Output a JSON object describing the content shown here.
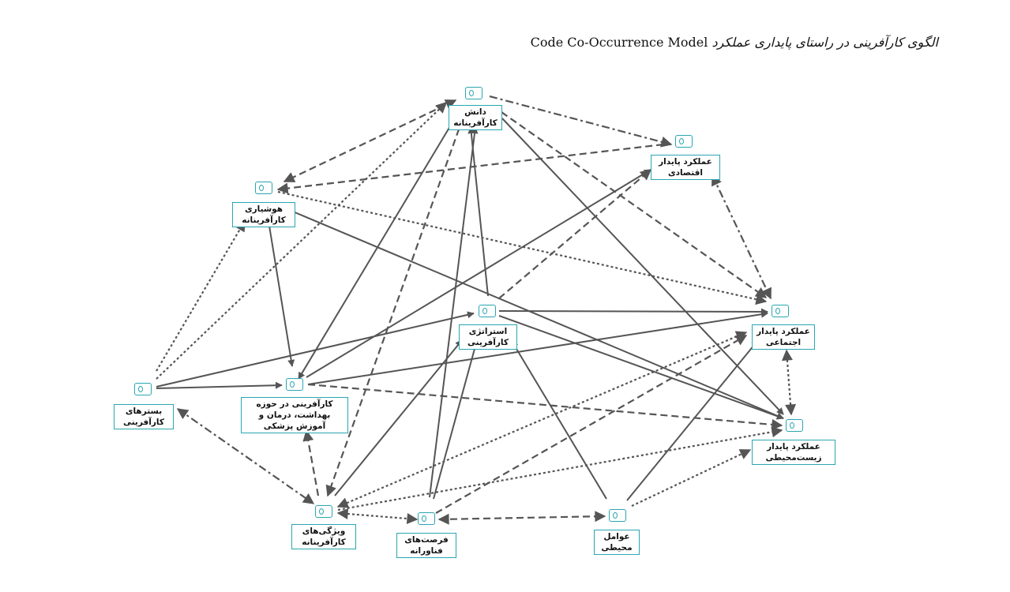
{
  "title": {
    "persian": "الگوی کارآفرینی در راستای پایداری عملکرد",
    "english": "Code Co-Occurrence Model"
  },
  "colors": {
    "node_accent": "#2aa6b0",
    "edge": "#555555"
  },
  "nodes": [
    {
      "id": "knowledge",
      "label": "دانش کارآفرینانه"
    },
    {
      "id": "economic",
      "label": "عملکرد پایدار اقتصادی"
    },
    {
      "id": "alertness",
      "label": "هوشیاری کارآفرینانه"
    },
    {
      "id": "strategy",
      "label": "استراتژی کارآفرینی"
    },
    {
      "id": "social",
      "label": "عملکرد پایدار اجتماعی"
    },
    {
      "id": "platforms",
      "label": "بسترهای کارآفرینی"
    },
    {
      "id": "health",
      "label": "کارآفرینی در حوزه بهداشت، درمان و آموزش پزشکی"
    },
    {
      "id": "environmental",
      "label": "عملکرد پایدار زیست‌محیطی"
    },
    {
      "id": "characteristics",
      "label": "ویژگی‌های کارآفرینانه"
    },
    {
      "id": "tech",
      "label": "فرصت‌های فناورانه"
    },
    {
      "id": "envfactors",
      "label": "عوامل محیطی"
    }
  ],
  "edges": [
    {
      "from": "knowledge",
      "to": "alertness",
      "style": "dashed",
      "bidirectional": true
    },
    {
      "from": "knowledge",
      "to": "economic",
      "style": "dashdot",
      "bidirectional": false
    },
    {
      "from": "knowledge",
      "to": "social",
      "style": "dashed",
      "bidirectional": false
    },
    {
      "from": "knowledge",
      "to": "environmental",
      "style": "solid",
      "bidirectional": false
    },
    {
      "from": "knowledge",
      "to": "health",
      "style": "solid",
      "bidirectional": false
    },
    {
      "from": "knowledge",
      "to": "characteristics",
      "style": "dashed",
      "bidirectional": false
    },
    {
      "from": "economic",
      "to": "alertness",
      "style": "dashed",
      "bidirectional": false
    },
    {
      "from": "economic",
      "to": "social",
      "style": "dashdot",
      "bidirectional": true
    },
    {
      "from": "alertness",
      "to": "social",
      "style": "dotted",
      "bidirectional": false
    },
    {
      "from": "alertness",
      "to": "environmental",
      "style": "solid",
      "bidirectional": false
    },
    {
      "from": "alertness",
      "to": "health",
      "style": "solid",
      "bidirectional": false
    },
    {
      "from": "strategy",
      "to": "knowledge",
      "style": "solid",
      "bidirectional": false
    },
    {
      "from": "strategy",
      "to": "economic",
      "style": "dashed",
      "bidirectional": false
    },
    {
      "from": "strategy",
      "to": "social",
      "style": "solid",
      "bidirectional": false
    },
    {
      "from": "strategy",
      "to": "environmental",
      "style": "solid",
      "bidirectional": false
    },
    {
      "from": "social",
      "to": "environmental",
      "style": "dotted",
      "bidirectional": true
    },
    {
      "from": "platforms",
      "to": "alertness",
      "style": "dotted",
      "bidirectional": false
    },
    {
      "from": "platforms",
      "to": "knowledge",
      "style": "dotted",
      "bidirectional": false
    },
    {
      "from": "platforms",
      "to": "health",
      "style": "solid",
      "bidirectional": false
    },
    {
      "from": "platforms",
      "to": "strategy",
      "style": "solid",
      "bidirectional": false
    },
    {
      "from": "platforms",
      "to": "characteristics",
      "style": "dashdot",
      "bidirectional": true
    },
    {
      "from": "health",
      "to": "economic",
      "style": "solid",
      "bidirectional": false
    },
    {
      "from": "health",
      "to": "social",
      "style": "solid",
      "bidirectional": false
    },
    {
      "from": "health",
      "to": "environmental",
      "style": "dashed",
      "bidirectional": false
    },
    {
      "from": "characteristics",
      "to": "health",
      "style": "dashed",
      "bidirectional": false
    },
    {
      "from": "characteristics",
      "to": "strategy",
      "style": "solid",
      "bidirectional": false
    },
    {
      "from": "characteristics",
      "to": "social",
      "style": "dotted",
      "bidirectional": true
    },
    {
      "from": "characteristics",
      "to": "environmental",
      "style": "dotted",
      "bidirectional": false
    },
    {
      "from": "characteristics",
      "to": "tech",
      "style": "dotted",
      "bidirectional": true
    },
    {
      "from": "tech",
      "to": "knowledge",
      "style": "solid",
      "bidirectional": false
    },
    {
      "from": "tech",
      "to": "strategy",
      "style": "solid",
      "bidirectional": false
    },
    {
      "from": "tech",
      "to": "social",
      "style": "dashed",
      "bidirectional": false
    },
    {
      "from": "tech",
      "to": "envfactors",
      "style": "dashed",
      "bidirectional": true
    },
    {
      "from": "envfactors",
      "to": "strategy",
      "style": "solid",
      "bidirectional": false
    },
    {
      "from": "envfactors",
      "to": "social",
      "style": "solid",
      "bidirectional": false
    },
    {
      "from": "envfactors",
      "to": "environmental",
      "style": "dotted",
      "bidirectional": false
    }
  ]
}
